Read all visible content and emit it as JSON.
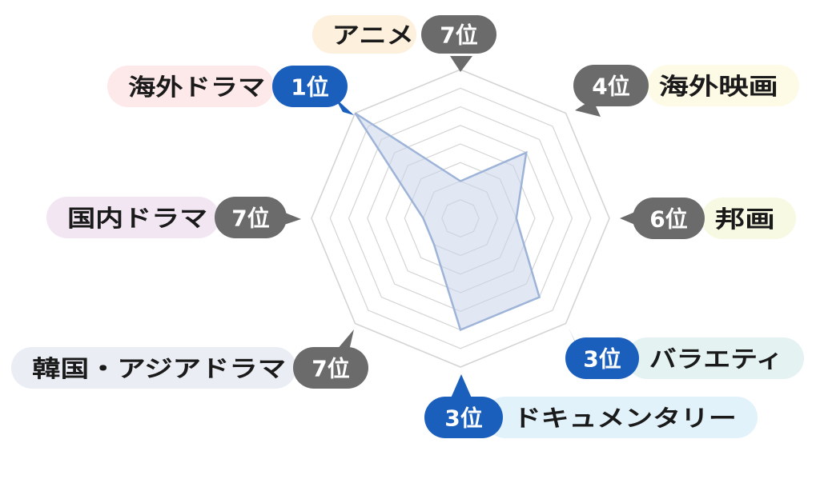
{
  "colors": {
    "grid": "#d4d4d4",
    "polygon_fill": "#c9d3ea",
    "polygon_stroke": "#9db3d8",
    "badge_top": "#1b5fbd",
    "badge_other": "#6b6b6b"
  },
  "chart_data": {
    "type": "radar",
    "max_rank": 8,
    "grid_rings": 8,
    "categories": [
      {
        "label": "アニメ",
        "rank_text": "7位",
        "rank": 7,
        "pill_color": "#fdf0dc",
        "badge_color": "#6b6b6b"
      },
      {
        "label": "海外映画",
        "rank_text": "4位",
        "rank": 4,
        "pill_color": "#fdfbe6",
        "badge_color": "#6b6b6b"
      },
      {
        "label": "邦画",
        "rank_text": "6位",
        "rank": 6,
        "pill_color": "#f8f9e3",
        "badge_color": "#6b6b6b"
      },
      {
        "label": "バラエティ",
        "rank_text": "3位",
        "rank": 3,
        "pill_color": "#e4f2f2",
        "badge_color": "#1b5fbd"
      },
      {
        "label": "ドキュメンタリー",
        "rank_text": "3位",
        "rank": 3,
        "pill_color": "#e2f2fb",
        "badge_color": "#1b5fbd"
      },
      {
        "label": "韓国・アジアドラマ",
        "rank_text": "7位",
        "rank": 7,
        "pill_color": "#ebedf5",
        "badge_color": "#6b6b6b"
      },
      {
        "label": "国内ドラマ",
        "rank_text": "7位",
        "rank": 7,
        "pill_color": "#f3e6f3",
        "badge_color": "#6b6b6b"
      },
      {
        "label": "海外ドラマ",
        "rank_text": "1位",
        "rank": 1,
        "pill_color": "#fde8ea",
        "badge_color": "#1b5fbd"
      }
    ]
  }
}
